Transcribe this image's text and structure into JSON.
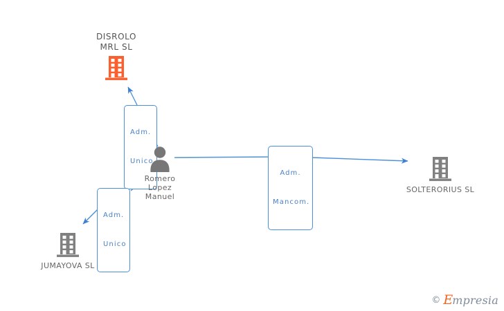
{
  "diagram": {
    "title": "Mercantile relations graph",
    "background_color": "#ffffff",
    "edge_color": "#4a90d9",
    "company_icon_color": "#808080",
    "highlight_company_icon_color": "#fc5f2d",
    "label_color": "#666666"
  },
  "nodes": {
    "disrolo": {
      "name": "DISROLO MRL SL",
      "label_line1": "DISROLO",
      "label_line2": "MRL SL",
      "icon": "company-building-icon",
      "icon_color": "#fc5f2d",
      "highlight": true
    },
    "person": {
      "name": "Romero Lopez Manuel",
      "label_line1": "Romero",
      "label_line2": "Lopez",
      "label_line3": "Manuel",
      "icon": "person-icon",
      "icon_color": "#777777"
    },
    "solterorius": {
      "name": "SOLTERORIUS SL",
      "label": "SOLTERORIUS SL",
      "icon": "company-building-icon",
      "icon_color": "#808080"
    },
    "jumayova": {
      "name": "JUMAYOVA SL",
      "label": "JUMAYOVA SL",
      "icon": "company-building-icon",
      "icon_color": "#808080"
    }
  },
  "edges": [
    {
      "id": "person-to-disrolo",
      "from": "person",
      "to": "disrolo",
      "role_line1": "Adm.",
      "role_line2": "Unico",
      "role": "Adm. Unico"
    },
    {
      "id": "person-to-solterorius",
      "from": "person",
      "to": "solterorius",
      "role_line1": "Adm.",
      "role_line2": "Mancom.",
      "role": "Adm. Mancom."
    },
    {
      "id": "person-to-jumayova",
      "from": "person",
      "to": "jumayova",
      "role_line1": "Adm.",
      "role_line2": "Unico",
      "role": "Adm. Unico"
    }
  ],
  "watermark": {
    "copyright": "©",
    "brand_initial": "E",
    "brand_rest": "mpresia",
    "brand": "Empresia"
  }
}
